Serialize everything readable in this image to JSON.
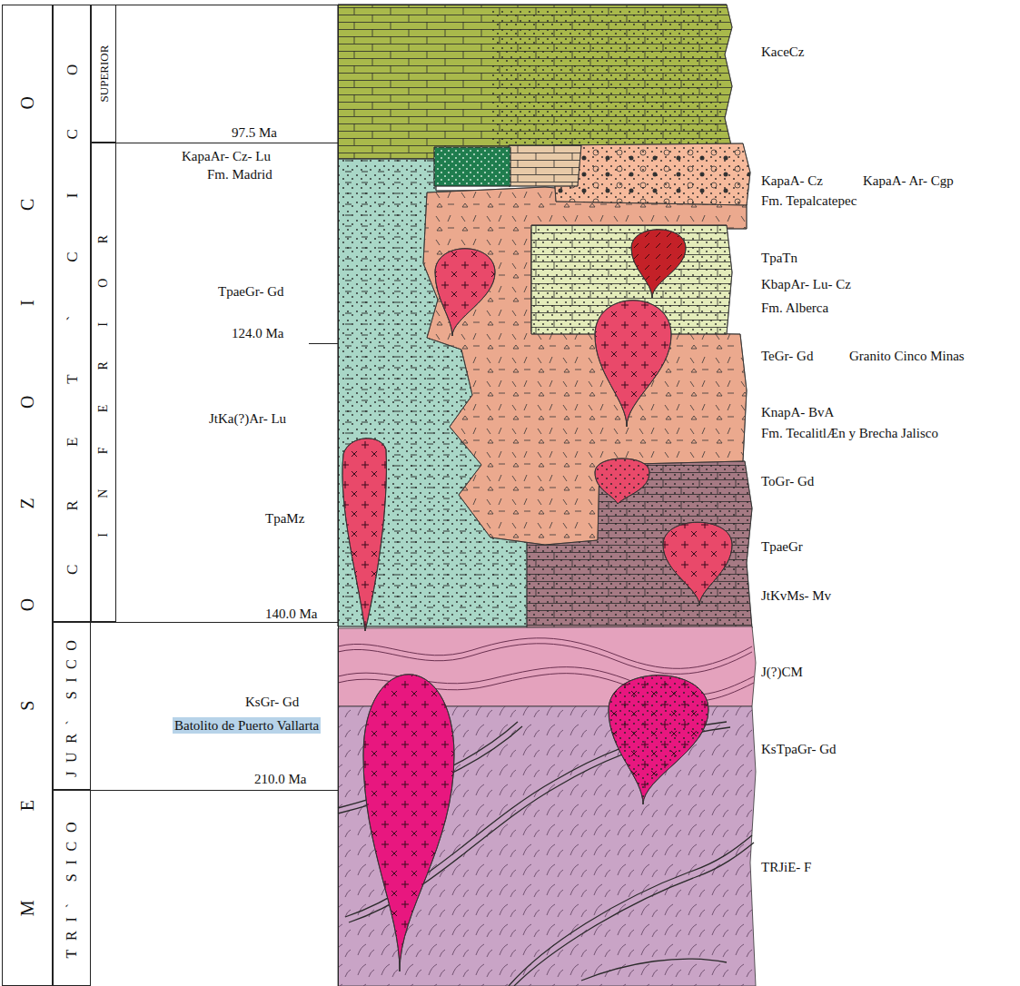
{
  "diagram": {
    "nodes": [
      {
        "text": [
          "M E S O Z O I C O"
        ]
      },
      {
        "text": [
          "C R E T ` C I C O"
        ]
      },
      {
        "text": [
          "SUPERIOR"
        ]
      },
      {
        "text": [
          "I N F E R I O R"
        ]
      },
      {
        "text": [
          "JUR` SICO"
        ]
      },
      {
        "text": [
          "TRI` SICO"
        ]
      }
    ],
    "labels": [
      "97.5 Ma",
      "KapaAr- Cz- Lu",
      "Fm. Madrid",
      "TpaeGr- Gd",
      "124.0 Ma",
      "JtKa(?)Ar- Lu",
      "TpaMz",
      "140.0 Ma",
      "KsGr- Gd",
      "Batolito de Puerto Vallarta",
      "210.0 Ma",
      "KaceCz",
      "KapaA- Cz",
      "KapaA- Ar- Cgp",
      "Fm. Tepalcatepec",
      "TpaTn",
      "KbapAr- Lu- Cz",
      "Fm. Alberca",
      "TeGr- Gd",
      "Granito Cinco Minas",
      "KnapA- BvA",
      "Fm. TecalitlÆn y Brecha Jalisco",
      "ToGr- Gd",
      "TpaeGr",
      "JtKvMs- Mv",
      "J(?)CM",
      "KsTpaGr- Gd",
      "TRJiE- F"
    ]
  }
}
